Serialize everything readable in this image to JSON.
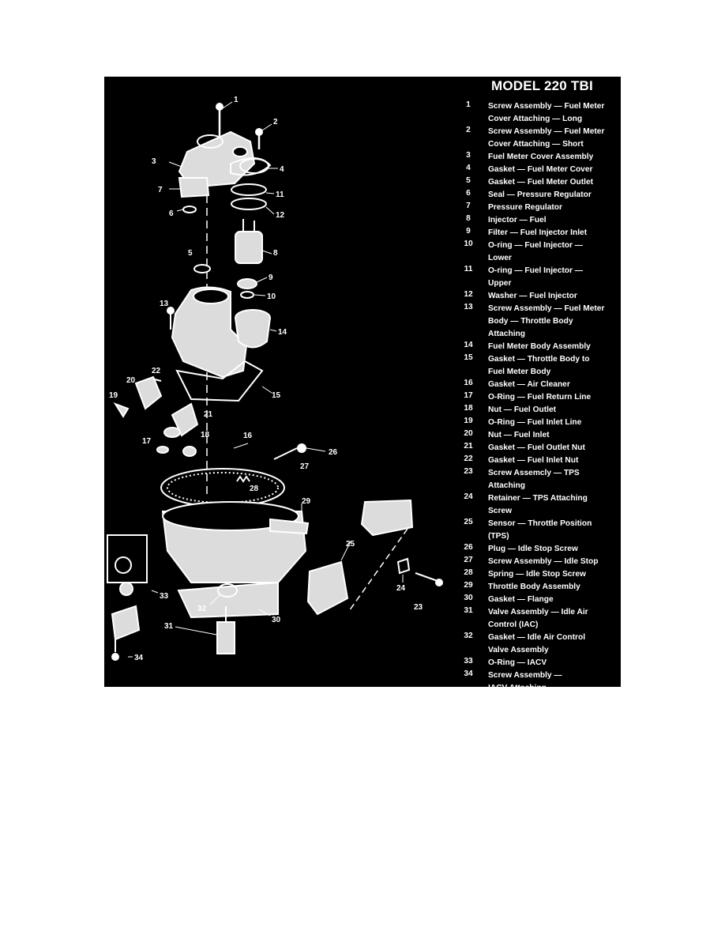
{
  "title": "MODEL 220 TBI",
  "legend": [
    {
      "num": "1",
      "lines": [
        "Screw Assembly — Fuel Meter",
        "Cover Attaching — Long"
      ]
    },
    {
      "num": "2",
      "lines": [
        "Screw Assembly — Fuel Meter",
        "Cover Attaching — Short"
      ]
    },
    {
      "num": "3",
      "lines": [
        "Fuel Meter Cover Assembly"
      ]
    },
    {
      "num": "4",
      "lines": [
        "Gasket — Fuel Meter Cover"
      ]
    },
    {
      "num": "5",
      "lines": [
        "Gasket — Fuel Meter Outlet"
      ]
    },
    {
      "num": "6",
      "lines": [
        "Seal — Pressure Regulator"
      ]
    },
    {
      "num": "7",
      "lines": [
        "Pressure Regulator"
      ]
    },
    {
      "num": "8",
      "lines": [
        "Injector — Fuel"
      ]
    },
    {
      "num": "9",
      "lines": [
        "Filter — Fuel Injector Inlet"
      ]
    },
    {
      "num": "10",
      "lines": [
        "O-ring — Fuel Injector —",
        "Lower"
      ]
    },
    {
      "num": "11",
      "lines": [
        "O-ring — Fuel Injector —",
        "Upper"
      ]
    },
    {
      "num": "12",
      "lines": [
        "Washer — Fuel Injector"
      ]
    },
    {
      "num": "13",
      "lines": [
        "Screw Assembly — Fuel Meter",
        "Body — Throttle Body",
        "Attaching"
      ]
    },
    {
      "num": "14",
      "lines": [
        "Fuel Meter Body Assembly"
      ]
    },
    {
      "num": "15",
      "lines": [
        "Gasket — Throttle Body to",
        "Fuel Meter Body"
      ]
    },
    {
      "num": "16",
      "lines": [
        "Gasket — Air Cleaner"
      ]
    },
    {
      "num": "17",
      "lines": [
        "O-Ring — Fuel Return Line"
      ]
    },
    {
      "num": "18",
      "lines": [
        "Nut — Fuel Outlet"
      ]
    },
    {
      "num": "19",
      "lines": [
        "O-Ring — Fuel Inlet Line"
      ]
    },
    {
      "num": "20",
      "lines": [
        "Nut — Fuel Inlet"
      ]
    },
    {
      "num": "21",
      "lines": [
        "Gasket — Fuel Outlet Nut"
      ]
    },
    {
      "num": "22",
      "lines": [
        "Gasket — Fuel Inlet Nut"
      ]
    },
    {
      "num": "23",
      "lines": [
        "Screw Assemcly — TPS",
        "Attaching"
      ]
    },
    {
      "num": "24",
      "lines": [
        "Retainer — TPS Attaching",
        "Screw"
      ]
    },
    {
      "num": "25",
      "lines": [
        "Sensor — Throttle Position",
        "(TPS)"
      ]
    },
    {
      "num": "26",
      "lines": [
        "Plug — Idle Stop Screw"
      ]
    },
    {
      "num": "27",
      "lines": [
        "Screw Assembly — Idle Stop"
      ]
    },
    {
      "num": "28",
      "lines": [
        "Spring — Idle Stop Screw"
      ]
    },
    {
      "num": "29",
      "lines": [
        "Throttle Body Assembly"
      ]
    },
    {
      "num": "30",
      "lines": [
        "Gasket — Flange"
      ]
    },
    {
      "num": "31",
      "lines": [
        "Valve Assembly — Idle Air",
        "Control (IAC)"
      ]
    },
    {
      "num": "32",
      "lines": [
        "Gasket — Idle Air Control",
        "Valve Assembly"
      ]
    },
    {
      "num": "33",
      "lines": [
        "O-Ring — IACV"
      ]
    },
    {
      "num": "34",
      "lines": [
        "Screw Assembly —",
        "IACV Attaching"
      ]
    }
  ],
  "callouts": [
    "1",
    "2",
    "3",
    "4",
    "5",
    "6",
    "7",
    "8",
    "9",
    "10",
    "11",
    "12",
    "13",
    "14",
    "15",
    "16",
    "17",
    "18",
    "19",
    "20",
    "21",
    "22",
    "23",
    "24",
    "25",
    "26",
    "27",
    "28",
    "29",
    "30",
    "31",
    "32",
    "33",
    "34"
  ]
}
